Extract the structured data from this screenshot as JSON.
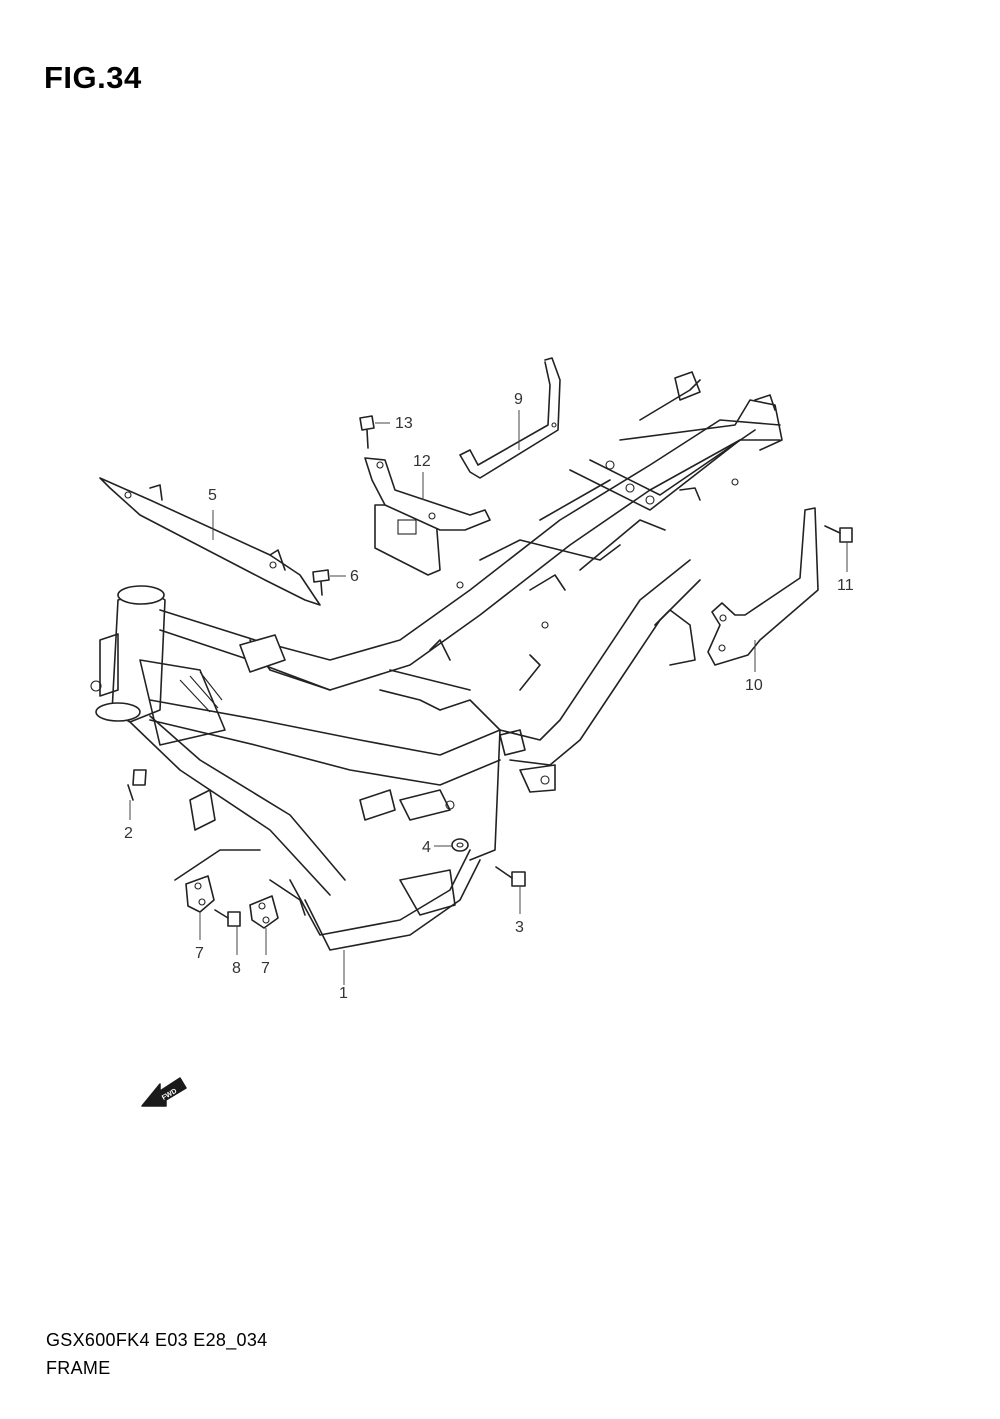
{
  "figure": {
    "title": "FIG.34"
  },
  "footer": {
    "model_code": "GSX600FK4 E03 E28_034",
    "section_name": "FRAME"
  },
  "fwd_arrow": {
    "label": "FWD"
  },
  "callouts": [
    {
      "id": "c1",
      "number": "1"
    },
    {
      "id": "c2",
      "number": "2"
    },
    {
      "id": "c3",
      "number": "3"
    },
    {
      "id": "c4",
      "number": "4"
    },
    {
      "id": "c5",
      "number": "5"
    },
    {
      "id": "c6",
      "number": "6"
    },
    {
      "id": "c7a",
      "number": "7"
    },
    {
      "id": "c7b",
      "number": "7"
    },
    {
      "id": "c8",
      "number": "8"
    },
    {
      "id": "c9",
      "number": "9"
    },
    {
      "id": "c10",
      "number": "10"
    },
    {
      "id": "c11",
      "number": "11"
    },
    {
      "id": "c12",
      "number": "12"
    },
    {
      "id": "c13",
      "number": "13"
    }
  ]
}
